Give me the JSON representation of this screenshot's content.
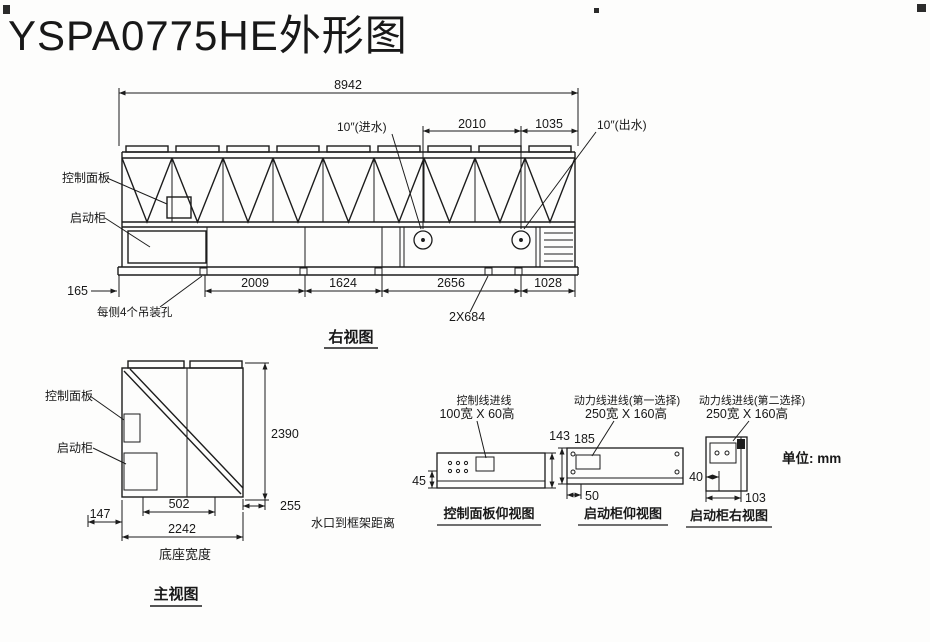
{
  "colors": {
    "ink": "#1c1c1c",
    "paper": "#fdfdfc"
  },
  "page": {
    "title": "YSPA0775HE外形图",
    "units_label": "单位: mm"
  },
  "right_view": {
    "title": "右视图",
    "labels": {
      "control_panel": "控制面板",
      "starter_cabinet": "启动柜",
      "inlet": "10″(进水)",
      "outlet": "10″(出水)",
      "lifting_holes": "每侧4个吊装孔"
    },
    "dims": {
      "overall_length": "8942",
      "inlet_span": "2010",
      "outlet_span": "1035",
      "left_offset": "165",
      "seg1": "2009",
      "seg2": "1624",
      "seg3": "2656",
      "seg4": "1028",
      "drain_spacing": "2X684"
    }
  },
  "front_view": {
    "title": "主视图",
    "labels": {
      "control_panel": "控制面板",
      "starter_cabinet": "启动柜",
      "water_port_note": "水口到框架距离",
      "base_width_label": "底座宽度"
    },
    "dims": {
      "height": "2390",
      "port_offset": "147",
      "cabinet_width": "502",
      "base_width": "2242",
      "port_to_frame": "255"
    }
  },
  "details": {
    "control_panel_bottom": {
      "title": "控制面板仰视图",
      "note1": "控制线进线",
      "note2": "100宽 X 60高",
      "dim_side": "45",
      "dim_height": "185"
    },
    "starter_bottom": {
      "title": "启动柜仰视图",
      "note1": "动力线进线(第一选择)",
      "note2": "250宽 X 160高",
      "dim_height": "143",
      "dim_offset": "50"
    },
    "starter_right": {
      "title": "启动柜右视图",
      "note1": "动力线进线(第二选择)",
      "note2": "250宽 X 160高",
      "dim_foot": "40",
      "dim_width": "103"
    }
  }
}
